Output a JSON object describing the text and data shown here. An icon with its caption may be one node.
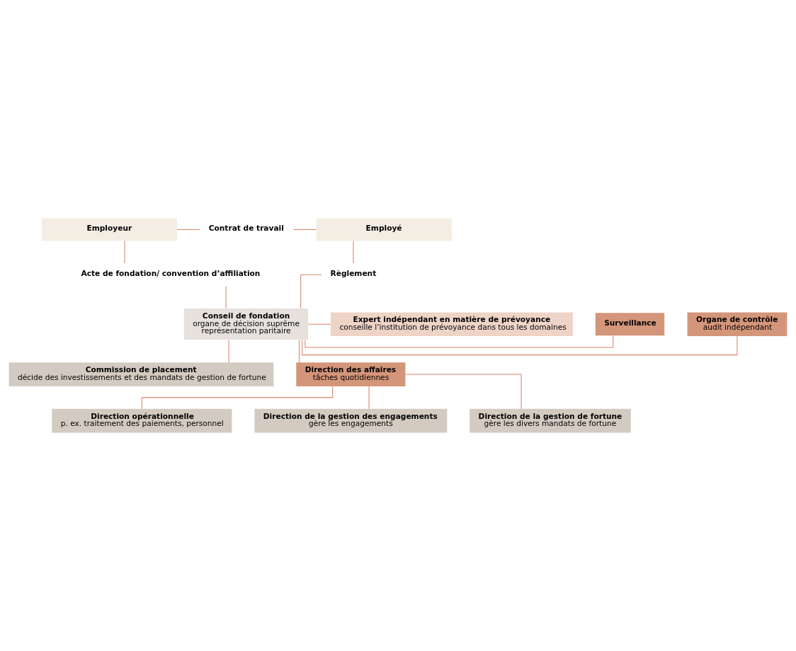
{
  "diagram": {
    "nodes": [
      {
        "text": [
          "Employeur"
        ]
      },
      {
        "text": [
          "Contrat de travail"
        ]
      },
      {
        "text": [
          "Employé"
        ]
      },
      {
        "text": [
          "Acte de fondation/ convention d’affiliation"
        ]
      },
      {
        "text": [
          "Règlement"
        ]
      },
      {
        "text": [
          "Conseil de fondation",
          "organe de décision suprême",
          "représentation paritaire"
        ]
      },
      {
        "text": [
          "Organe de contrôle",
          "audit indépendant"
        ]
      },
      {
        "text": [
          "Surveillance"
        ]
      },
      {
        "text": [
          "Expert indépendant en matière de prévoyance",
          "conseille l’institution de prévoyance dans tous les domaines"
        ]
      },
      {
        "text": [
          "Commission de placement",
          "décide des investissements et des mandats de gestion de fortune"
        ]
      },
      {
        "text": [
          "Direction des affaires",
          "tâches quotidiennes"
        ]
      },
      {
        "text": [
          "Direction opérationnelle",
          "p. ex. traitement des paiements, personnel"
        ]
      },
      {
        "text": [
          "Direction de la gestion des engagements",
          "gère les engagements"
        ]
      },
      {
        "text": [
          "Direction de la gestion de fortune",
          "gère les divers mandats de fortune"
        ]
      }
    ],
    "edges": [
      {
        "from": 0,
        "to": 1,
        "arrow": "none"
      },
      {
        "from": 1,
        "to": 2,
        "arrow": "none"
      },
      {
        "from": 0,
        "to": 3,
        "arrow": "none"
      },
      {
        "from": 3,
        "to": 5,
        "arrow": "none"
      },
      {
        "from": 2,
        "to": 4,
        "arrow": "none"
      },
      {
        "from": 4,
        "to": 5,
        "arrow": "none"
      },
      {
        "from": 5,
        "to": 6,
        "arrow": "none"
      },
      {
        "from": 5,
        "to": 7,
        "arrow": "none"
      },
      {
        "from": 5,
        "to": 8,
        "arrow": "none"
      },
      {
        "from": 5,
        "to": 9,
        "arrow": "none"
      },
      {
        "from": 5,
        "to": 10,
        "arrow": "none"
      },
      {
        "from": 10,
        "to": 11,
        "arrow": "none"
      },
      {
        "from": 10,
        "to": 12,
        "arrow": "none"
      },
      {
        "from": 10,
        "to": 13,
        "arrow": "none"
      }
    ]
  }
}
